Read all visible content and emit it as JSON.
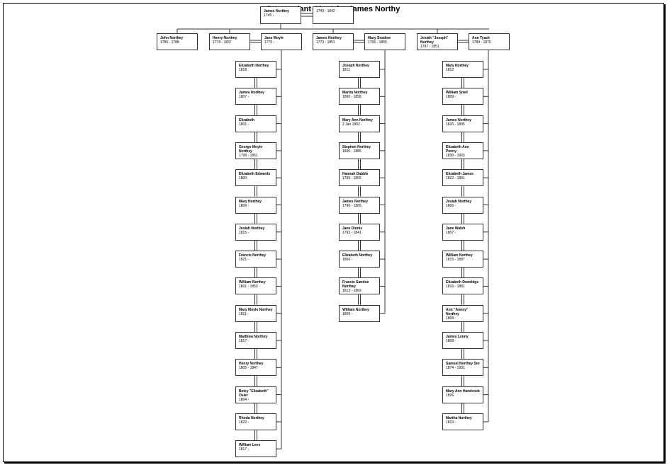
{
  "title": "Descendant Chart for James Northy",
  "root": [
    {
      "name": "James Northey",
      "dates": "1745 -"
    },
    {
      "name": "",
      "dates": "1749 - 1842"
    }
  ],
  "children": [
    {
      "name": "John Northey",
      "dates": "1786 - 1788"
    },
    {
      "name": "Henry Northey",
      "dates": "1778 - 1837"
    },
    {
      "name": "Jane Moyle",
      "dates": "1775 -"
    },
    {
      "name": "James Northey",
      "dates": "1773 - 1851"
    },
    {
      "name": "Mary Seadow",
      "dates": "1765 - 1855"
    },
    {
      "name": "Josiah \"Joseph\" Northey",
      "dates": "1787 - 1851"
    },
    {
      "name": "Ann Tyack",
      "dates": "1784 - 1870"
    }
  ],
  "columns": [
    {
      "entries": [
        {
          "name": "Elizabeth Northey",
          "dates": "1818"
        },
        {
          "name": "James Northey",
          "dates": "1807 -"
        },
        {
          "name": "Elizabeth",
          "dates": "1801 -"
        },
        {
          "name": "George Moyle Northey",
          "dates": "1799 - 1861"
        },
        {
          "name": "Elizabeth Edwards",
          "dates": "1800"
        },
        {
          "name": "Mary Northey",
          "dates": "1809 -"
        },
        {
          "name": "Josiah Northey",
          "dates": "1815 -"
        },
        {
          "name": "Francis Northey",
          "dates": "1821 -"
        },
        {
          "name": "William Northey",
          "dates": "1801 - 1853"
        },
        {
          "name": "Mary Moyle Northey",
          "dates": "1811 -"
        },
        {
          "name": "Matthew Northey",
          "dates": "1817 -"
        },
        {
          "name": "Henry Northey",
          "dates": "1805 - 1847"
        },
        {
          "name": "Betsy \"Elizabeth\" Osler",
          "dates": "1804 -"
        },
        {
          "name": "Rhoda Northey",
          "dates": "1822 -"
        },
        {
          "name": "William Lees",
          "dates": "1817 -"
        }
      ]
    },
    {
      "entries": [
        {
          "name": "Joseph Northey",
          "dates": "1811"
        },
        {
          "name": "Martin Northey",
          "dates": "1800 - 1858"
        },
        {
          "name": "Mary Ann Northey",
          "dates": "2 Jan 1802 -"
        },
        {
          "name": "Stephen Northey",
          "dates": "1800 - 1885"
        },
        {
          "name": "Hannah Dabble",
          "dates": "1799 - 1865"
        },
        {
          "name": "James Northey",
          "dates": "1790 - 1865"
        },
        {
          "name": "Jane Dinnis",
          "dates": "1793 - 1841"
        },
        {
          "name": "Elizabeth Northey",
          "dates": "1806 -"
        },
        {
          "name": "Francis Sandoe Northey",
          "dates": "1813 - 1863"
        },
        {
          "name": "William Northey",
          "dates": "1809 -"
        }
      ]
    },
    {
      "entries": [
        {
          "name": "Mary Northey",
          "dates": "1812"
        },
        {
          "name": "William Snell",
          "dates": "1809 -"
        },
        {
          "name": "James Northey",
          "dates": "1820 - 1895"
        },
        {
          "name": "Elizabeth Ann Penny",
          "dates": "1830 - 1903"
        },
        {
          "name": "Elizabeth James",
          "dates": "1822 - 1891"
        },
        {
          "name": "Josiah Northey",
          "dates": "1806 -"
        },
        {
          "name": "Jane Walsh",
          "dates": "1807 -"
        },
        {
          "name": "William Northey",
          "dates": "1815 - 1887"
        },
        {
          "name": "Elizabeth Dowridge",
          "dates": "1816 - 1881"
        },
        {
          "name": "Ann \"Annoy\" Northey",
          "dates": "1808 -"
        },
        {
          "name": "James Lenny",
          "dates": "1808 -"
        },
        {
          "name": "Samuel Northey Snr",
          "dates": "1874 - 1931"
        },
        {
          "name": "Mary Ann Handcock",
          "dates": "1826"
        },
        {
          "name": "Martha Northey",
          "dates": "1823 -"
        }
      ]
    }
  ]
}
